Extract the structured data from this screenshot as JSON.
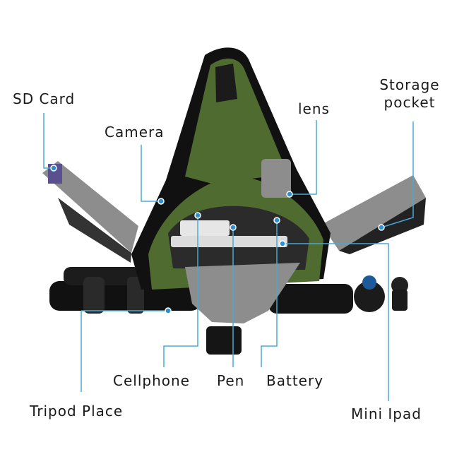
{
  "product": {
    "labels": {
      "sd_card": "SD Card",
      "camera": "Camera",
      "lens": "lens",
      "storage_pocket_line1": "Storage",
      "storage_pocket_line2": "pocket",
      "cellphone": "Cellphone",
      "pen": "Pen",
      "battery": "Battery",
      "tripod_place": "Tripod Place",
      "mini_ipad": "Mini Ipad"
    },
    "colors": {
      "bag_green": "#4f6b2f",
      "bag_gray": "#8d8d8d",
      "callout_line": "#4aa8d6",
      "callout_dot": "#2b8fd0"
    }
  }
}
